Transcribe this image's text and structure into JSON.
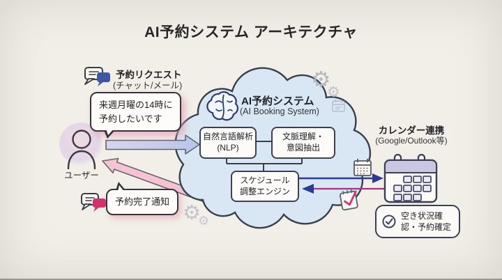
{
  "title": "AI予約システム アーキテクチャ",
  "user_flow": {
    "request_label": "予約リクエスト",
    "request_channels": "(チャット/メール)",
    "request_message": "来週月曜の14時に\n予約したいです",
    "user_label": "ユーザー",
    "completion_notice": "予約完了通知"
  },
  "ai_system": {
    "name": "AI予約システム",
    "name_en": "(AI Booking System)",
    "components": {
      "nlp": "自然言語解析\n(NLP)",
      "context": "文脈理解・\n意図抽出",
      "scheduler": "スケジュール\n調整エンジン"
    }
  },
  "calendar": {
    "label": "カレンダー連携",
    "providers": "(Google/Outlook等)",
    "confirm": "空き状況確\n認・予約確定"
  },
  "icons": {
    "gear_glyph": "⚙",
    "chat_request": "chat-bubbles-icon",
    "chat_notify": "chat-bubbles-icon",
    "brain": "brain-icon",
    "user": "person-icon",
    "calendar_large": "calendar-icon",
    "calendar_small": "calendar-icon",
    "clipboard": "clipboard-check-icon",
    "check": "check-circle-icon"
  },
  "colors": {
    "background": "#F1EFE8",
    "cloud_fill": "#D9E7F4",
    "cloud_stroke": "#37404C",
    "arrow_request_fill": "#C9CFE9",
    "arrow_response_fill": "#F5C3D2",
    "arrow_to_calendar": "#2B3A96",
    "arrow_from_calendar": "#A8327E",
    "accent_pink": "#D5306E",
    "accent_navy": "#3F56A6",
    "calendar_header": "#C9C7E2",
    "user_circle": "#EADAE6"
  }
}
